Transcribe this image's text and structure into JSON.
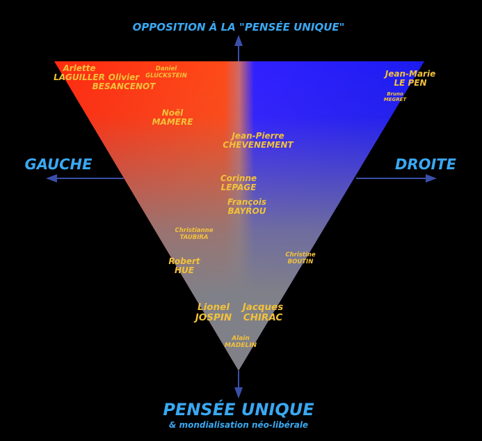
{
  "labels": {
    "top": "OPPOSITION À LA \"PENSÉE UNIQUE\"",
    "left": "GAUCHE",
    "right": "DROITE",
    "bottom_main": "PENSÉE UNIQUE",
    "bottom_sub": "& mondialisation néo-libérale"
  },
  "politicians": [
    {
      "id": "laguiller",
      "first": "Arlette",
      "last": "LAGUILLER"
    },
    {
      "id": "besancenot",
      "first": "Olivier",
      "last": "BESANCENOT"
    },
    {
      "id": "gluckstein",
      "first": "Daniel",
      "last": "GLUCKSTEIN"
    },
    {
      "id": "mamere",
      "first": "Noël",
      "last": "MAMERE"
    },
    {
      "id": "lepen",
      "first": "Jean-Marie",
      "last": "LE PEN"
    },
    {
      "id": "megret",
      "first": "Bruno",
      "last": "MEGRET"
    },
    {
      "id": "chevenement",
      "first": "Jean-Pierre",
      "last": "CHEVENEMENT"
    },
    {
      "id": "lepage",
      "first": "Corinne",
      "last": "LEPAGE"
    },
    {
      "id": "bayrou",
      "first": "François",
      "last": "BAYROU"
    },
    {
      "id": "taubira",
      "first": "Christianne",
      "last": "TAUBIRA"
    },
    {
      "id": "hue",
      "first": "Robert",
      "last": "HUE"
    },
    {
      "id": "boutin",
      "first": "Christine",
      "last": "BOUTIN"
    },
    {
      "id": "jospin",
      "first": "Lionel",
      "last": "JOSPIN"
    },
    {
      "id": "chirac",
      "first": "Jacques",
      "last": "CHIRAC"
    },
    {
      "id": "madelin",
      "first": "Alain",
      "last": "MADELIN"
    }
  ],
  "colors": {
    "left_red": "#ff3a14",
    "right_blue": "#2323f2",
    "apex_grey": "#7f7f88",
    "name_gold": "#f2c23a",
    "title_blue": "#3aa8f2",
    "arrow": "#3a4fa8"
  }
}
